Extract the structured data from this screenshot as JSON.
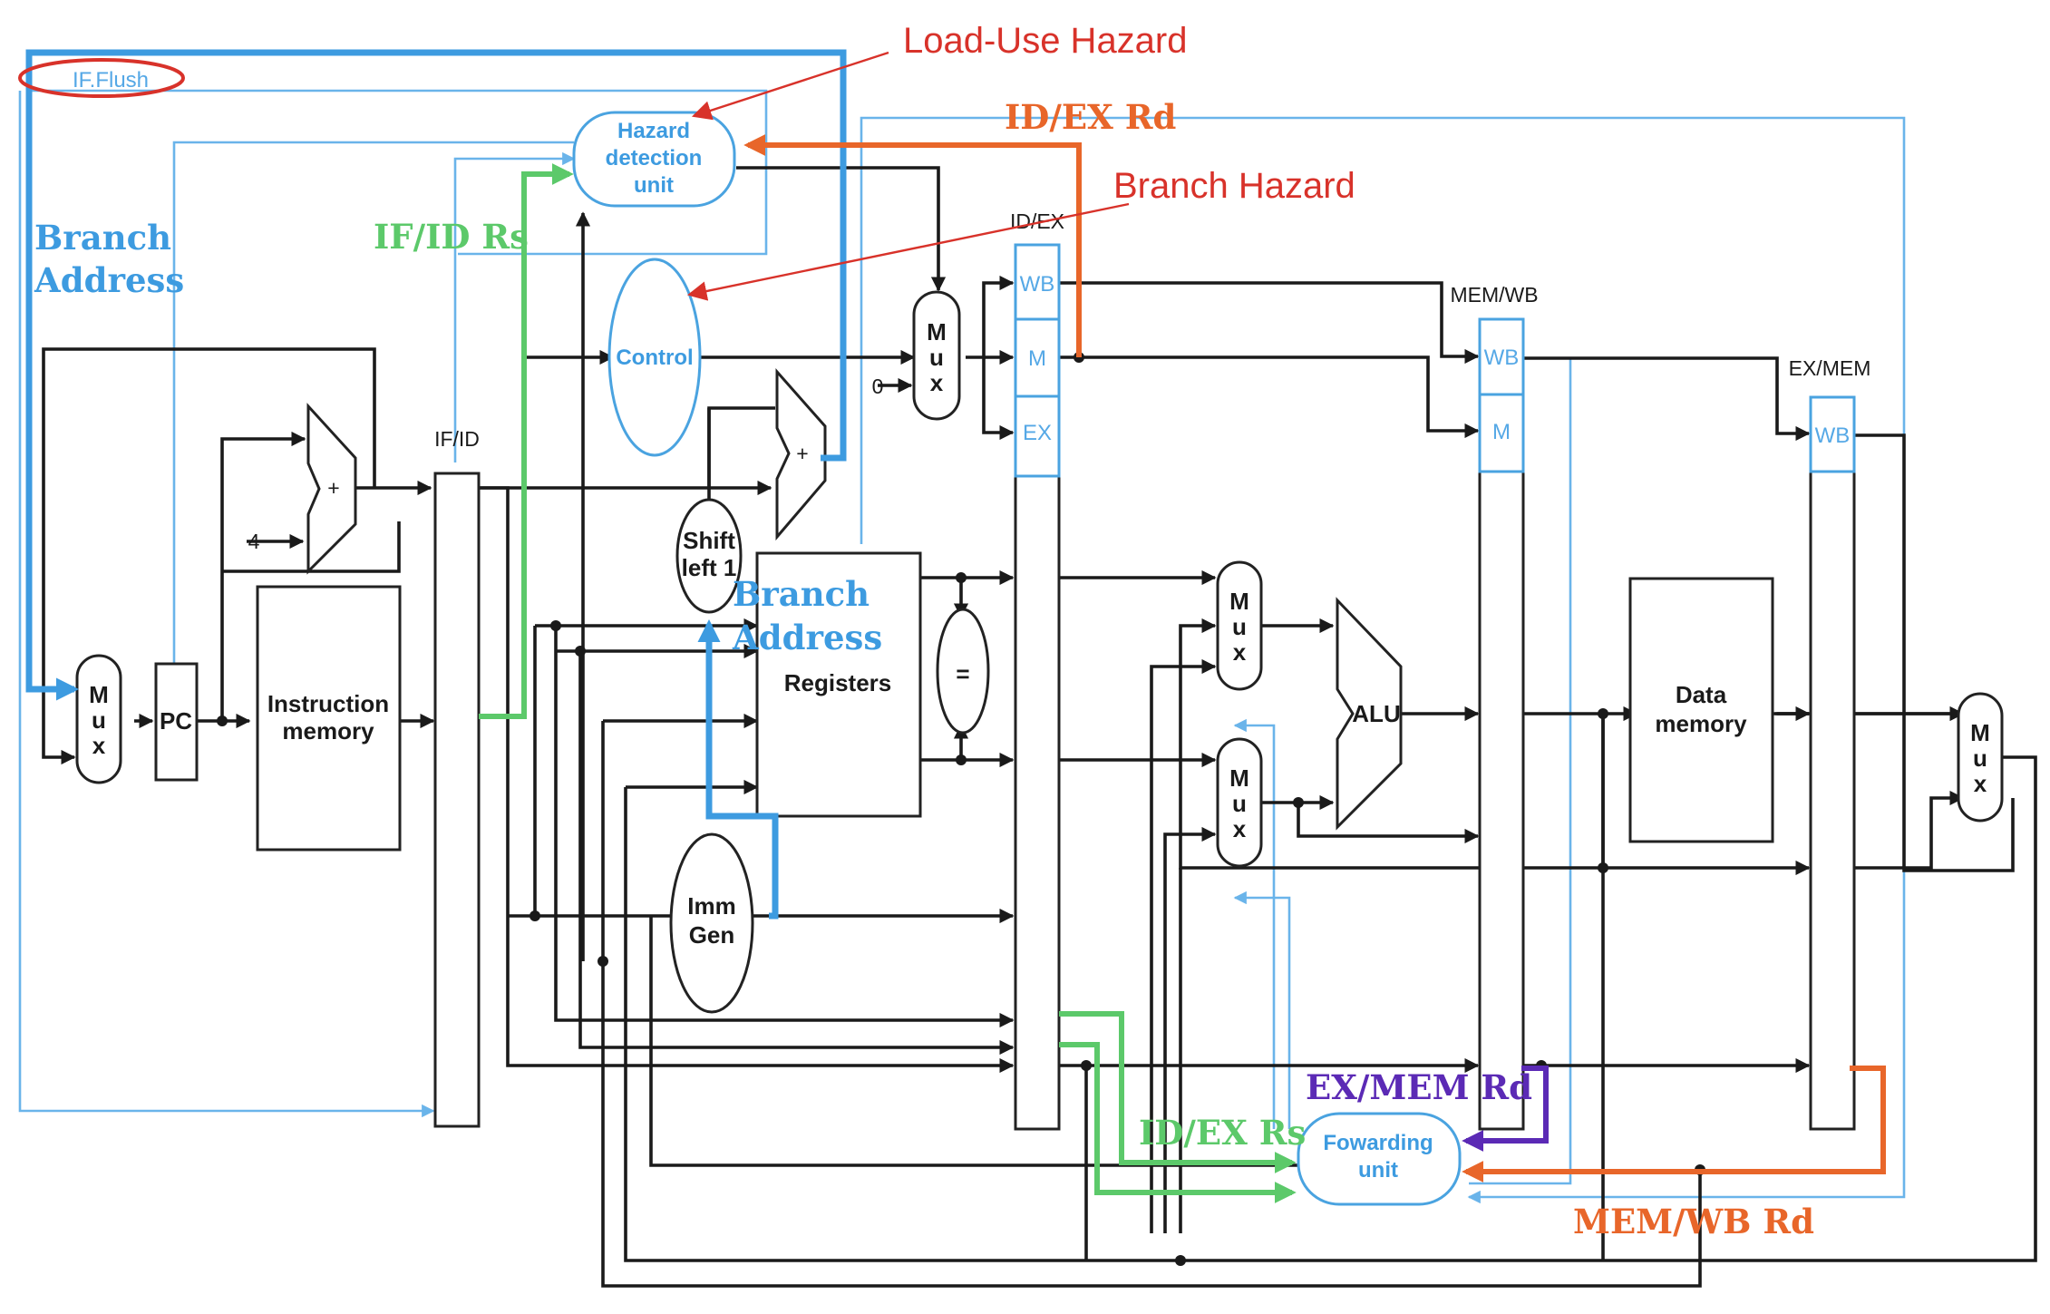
{
  "labels": {
    "if_flush": "IF.Flush",
    "hazard_unit": [
      "Hazard",
      "detection",
      "unit"
    ],
    "control": "Control",
    "pc": "PC",
    "instruction_memory": [
      "Instruction",
      "memory"
    ],
    "registers": "Registers",
    "shift_left": [
      "Shift",
      "left 1"
    ],
    "imm_gen": [
      "Imm",
      "Gen"
    ],
    "equal": "=",
    "alu": "ALU",
    "data_memory": [
      "Data",
      "memory"
    ],
    "forwarding_unit": [
      "Fowarding",
      "unit"
    ],
    "mux_letters": [
      "M",
      "u",
      "x"
    ],
    "adder_plus": "+",
    "four": "4",
    "zero": "0",
    "if_id": "IF/ID",
    "id_ex": "ID/EX",
    "ex_mem": "EX/MEM",
    "mem_wb": "MEM/WB",
    "wb": "WB",
    "m": "M",
    "ex": "EX"
  },
  "annotations": {
    "load_use_hazard": "Load-Use Hazard",
    "branch_hazard": "Branch Hazard",
    "id_ex_rd": "ID/EX Rd",
    "if_id_rs": "IF/ID Rs",
    "branch_address_left": [
      "Branch",
      "Address"
    ],
    "branch_address_center": [
      "Branch",
      "Address"
    ],
    "ex_mem_rd": "EX/MEM Rd",
    "id_ex_rs": "ID/EX Rs",
    "mem_wb_rd": "MEM/WB Rd"
  },
  "colors": {
    "red": "#d8322a",
    "orange": "#e8662a",
    "blue": "#3d9be0",
    "light_blue": "#6ab4ea",
    "green": "#5cc96a",
    "purple": "#5b2ab5",
    "black": "#1a1a1a"
  }
}
